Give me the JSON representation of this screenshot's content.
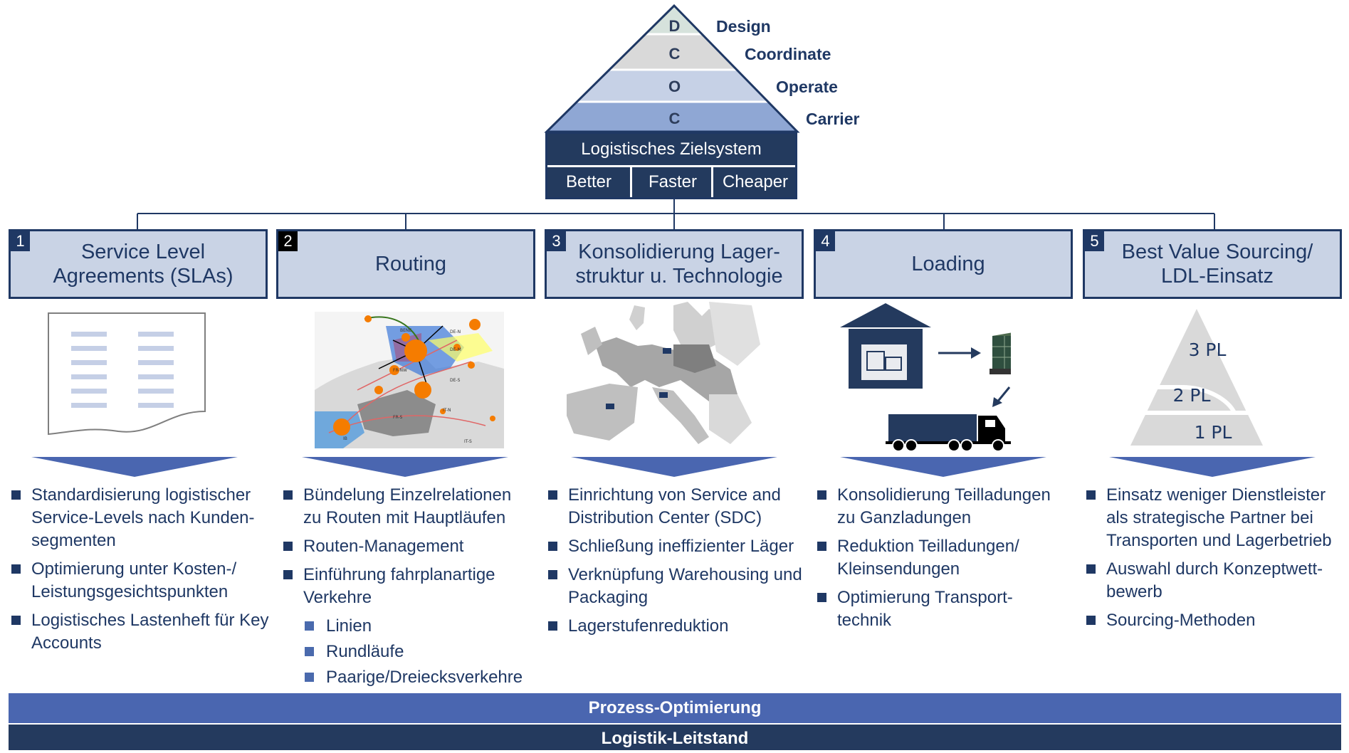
{
  "dcoc": {
    "letters": [
      "D",
      "C",
      "O",
      "C"
    ],
    "words": [
      "Design",
      "Coordinate",
      "Operate",
      "Carrier"
    ]
  },
  "house": {
    "title": "Logistisches Zielsystem",
    "cells": [
      "Better",
      "Faster",
      "Cheaper"
    ]
  },
  "pillars": [
    {
      "num": "1",
      "title": "Service Level Agreements (SLAs)",
      "bullets": [
        "Standardisierung logistischer Service-Levels nach Kunden-segmenten",
        "Optimierung unter Kosten-/ Leistungsgesichtspunkten",
        "Logistisches Lastenheft für Key Accounts"
      ]
    },
    {
      "num": "2",
      "title": "Routing",
      "bullets": [
        "Bündelung Einzelrelationen zu Routen mit Hauptläufen",
        "Routen-Management",
        "Einführung fahrplanartige Verkehre"
      ],
      "subbullets": [
        "Linien",
        "Rundläufe",
        "Paarige/Dreiecksverkehre"
      ],
      "map_labels": [
        "BENE",
        "DE-N",
        "DE-M",
        "FR-NW",
        "DE-S",
        "FR-S",
        "IT-N",
        "IT-S",
        "IB"
      ]
    },
    {
      "num": "3",
      "title": "Konsolidierung Lager-struktur u. Technologie",
      "bullets": [
        "Einrichtung von Service and Distribution Center (SDC)",
        "Schließung ineffizienter Läger",
        "Verknüpfung Warehousing und Packaging",
        "Lagerstufenreduktion"
      ]
    },
    {
      "num": "4",
      "title": "Loading",
      "bullets": [
        "Konsolidierung Teilladungen zu Ganzladungen",
        "Reduktion Teilladungen/ Kleinsendungen",
        "Optimierung Transport-technik"
      ]
    },
    {
      "num": "5",
      "title": "Best Value Sourcing/ LDL-Einsatz",
      "bullets": [
        "Einsatz weniger Dienstleister als strategische Partner bei Transporten und Lagerbetrieb",
        "Auswahl durch Konzeptwett-bewerb",
        "Sourcing-Methoden"
      ],
      "pyramid": [
        "3 PL",
        "2 PL",
        "1 PL"
      ]
    }
  ],
  "bottom": {
    "bar1": "Prozess-Optimierung",
    "bar2": "Logistik-Leitstand"
  },
  "colors": {
    "navy": "#1f3864",
    "pillar_fill": "#c9d3e5",
    "bar_blue": "#4a66b0",
    "bar_navy": "#243a5e"
  }
}
